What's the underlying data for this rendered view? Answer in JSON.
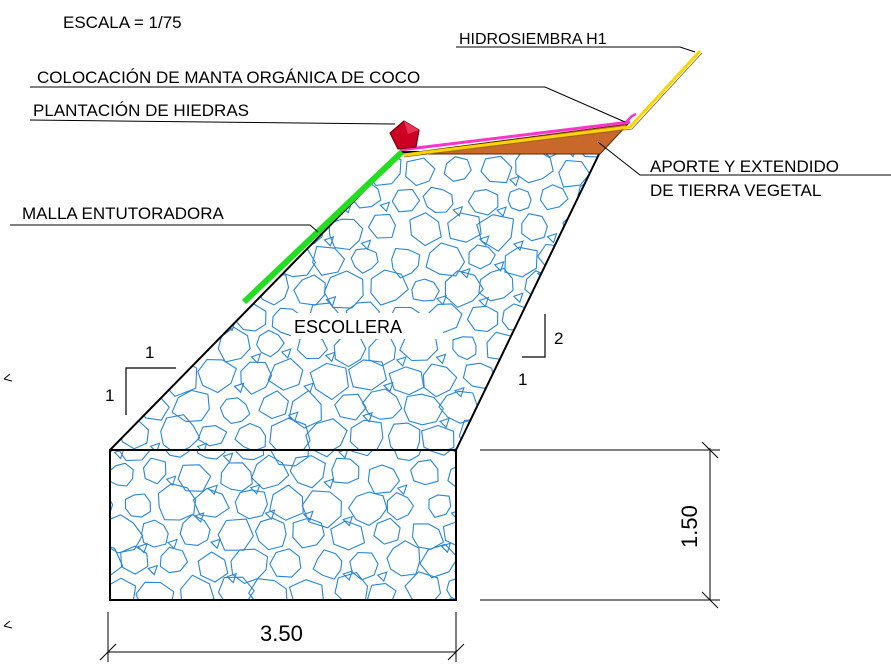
{
  "scale_label": "ESCALA = 1/75",
  "callouts": {
    "hidrosiembra": "HIDROSIEMBRA H1",
    "manta": "COLOCACIÓN DE MANTA ORGÁNICA DE COCO",
    "hiedras": "PLANTACIÓN DE HIEDRAS",
    "aporte_line1": "APORTE Y EXTENDIDO",
    "aporte_line2": "DE TIERRA VEGETAL",
    "malla": "MALLA ENTUTORADORA"
  },
  "material_label": "ESCOLLERA",
  "slopes": {
    "left": {
      "horizontal": "1",
      "vertical": "1"
    },
    "right": {
      "vertical": "2",
      "horizontal": "1"
    }
  },
  "dimensions": {
    "width": "3.50",
    "height": "1.50"
  },
  "colors": {
    "outline": "#000000",
    "stone_hatch": "#2a86d8",
    "malla": "#22dd22",
    "tierra_vegetal": "#c8682a",
    "manta": "#ff33cc",
    "hidrosiembra": "#ffd400",
    "hiedra_marker": "#cc0022"
  }
}
